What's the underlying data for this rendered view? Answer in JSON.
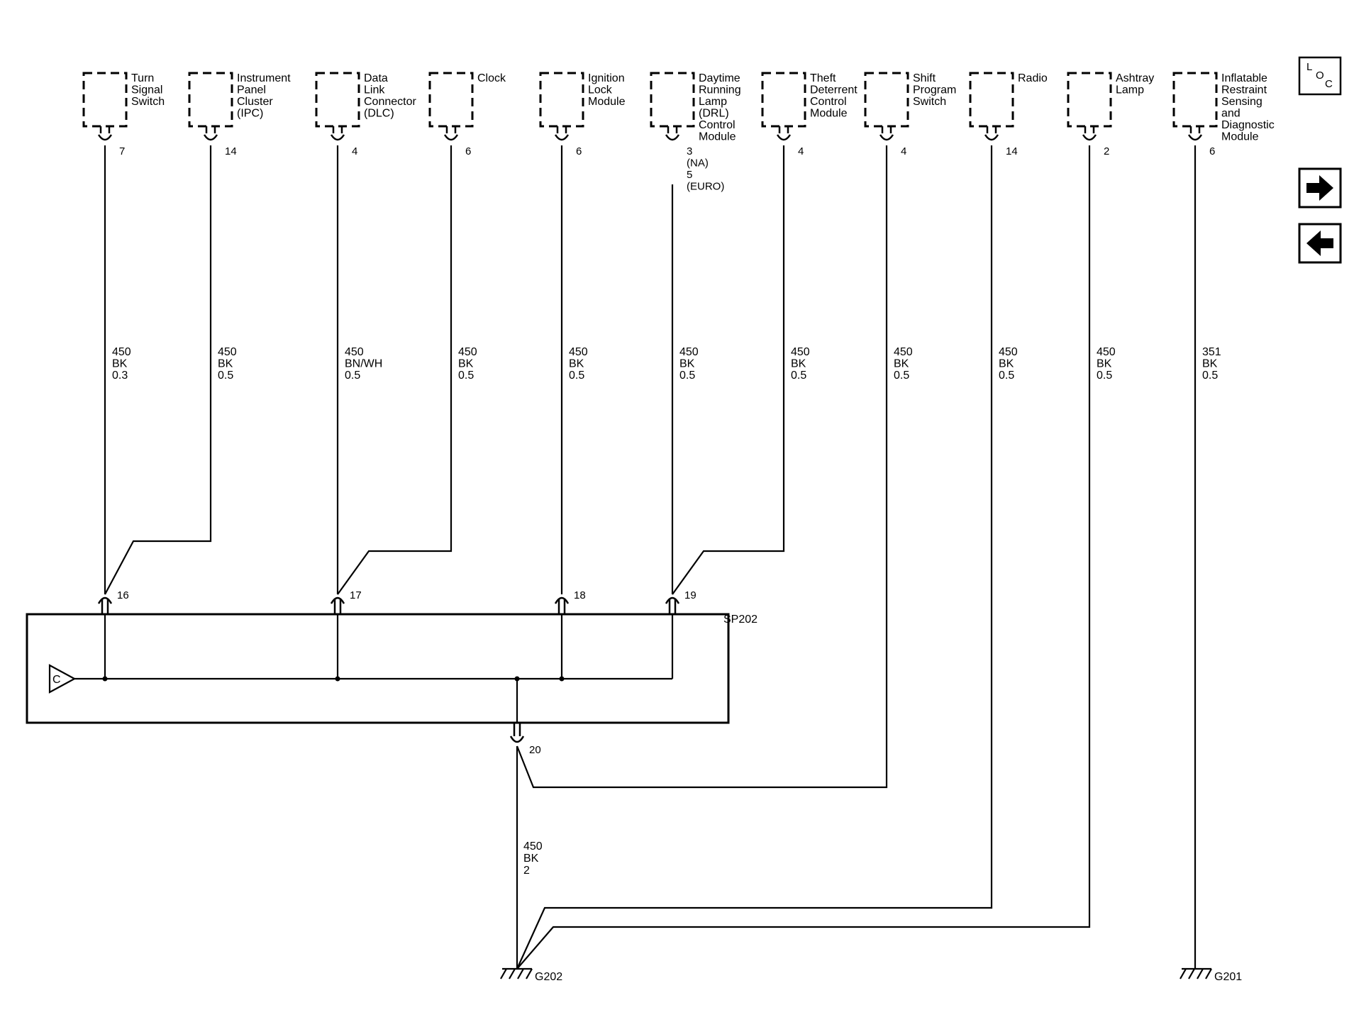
{
  "components": [
    {
      "name": "Turn Signal Switch",
      "lines": [
        "Turn",
        "Signal",
        "Switch"
      ],
      "pin": [
        "7"
      ],
      "wire": [
        "450",
        "BK",
        "0.3"
      ]
    },
    {
      "name": "Instrument Panel Cluster (IPC)",
      "lines": [
        "Instrument",
        "Panel",
        "Cluster",
        "(IPC)"
      ],
      "pin": [
        "14"
      ],
      "wire": [
        "450",
        "BK",
        "0.5"
      ]
    },
    {
      "name": "Data Link Connector (DLC)",
      "lines": [
        "Data",
        "Link",
        "Connector",
        "(DLC)"
      ],
      "pin": [
        "4"
      ],
      "wire": [
        "450",
        "BN/WH",
        "0.5"
      ]
    },
    {
      "name": "Clock",
      "lines": [
        "Clock"
      ],
      "pin": [
        "6"
      ],
      "wire": [
        "450",
        "BK",
        "0.5"
      ]
    },
    {
      "name": "Ignition Lock Module",
      "lines": [
        "Ignition",
        "Lock",
        "Module"
      ],
      "pin": [
        "6"
      ],
      "wire": [
        "450",
        "BK",
        "0.5"
      ]
    },
    {
      "name": "Daytime Running Lamp (DRL) Control Module",
      "lines": [
        "Daytime",
        "Running",
        "Lamp",
        "(DRL)",
        "Control",
        "Module"
      ],
      "pin": [
        "3",
        "(NA)",
        "5",
        "(EURO)"
      ],
      "wire": [
        "450",
        "BK",
        "0.5"
      ]
    },
    {
      "name": "Theft Deterrent Control Module",
      "lines": [
        "Theft",
        "Deterrent",
        "Control",
        "Module"
      ],
      "pin": [
        "4"
      ],
      "wire": [
        "450",
        "BK",
        "0.5"
      ]
    },
    {
      "name": "Shift Program Switch",
      "lines": [
        "Shift",
        "Program",
        "Switch"
      ],
      "pin": [
        "4"
      ],
      "wire": [
        "450",
        "BK",
        "0.5"
      ]
    },
    {
      "name": "Radio",
      "lines": [
        "Radio"
      ],
      "pin": [
        "14"
      ],
      "wire": [
        "450",
        "BK",
        "0.5"
      ]
    },
    {
      "name": "Ashtray Lamp",
      "lines": [
        "Ashtray",
        "Lamp"
      ],
      "pin": [
        "2"
      ],
      "wire": [
        "450",
        "BK",
        "0.5"
      ]
    },
    {
      "name": "Inflatable Restraint Sensing and Diagnostic Module",
      "lines": [
        "Inflatable",
        "Restraint",
        "Sensing",
        "and",
        "Diagnostic",
        "Module"
      ],
      "pin": [
        "6"
      ],
      "wire": [
        "351",
        "BK",
        "0.5"
      ]
    }
  ],
  "splice": {
    "name": "SP202",
    "inputs": [
      "16",
      "17",
      "18",
      "19"
    ],
    "output": "20",
    "connector_symbol": "C"
  },
  "ground_wire": [
    "450",
    "BK",
    "2"
  ],
  "grounds": [
    "G202",
    "G201"
  ],
  "nav": {
    "loc_letters": [
      "L",
      "O",
      "C"
    ],
    "next_icon": "arrow-right-icon",
    "prev_icon": "arrow-left-icon"
  }
}
